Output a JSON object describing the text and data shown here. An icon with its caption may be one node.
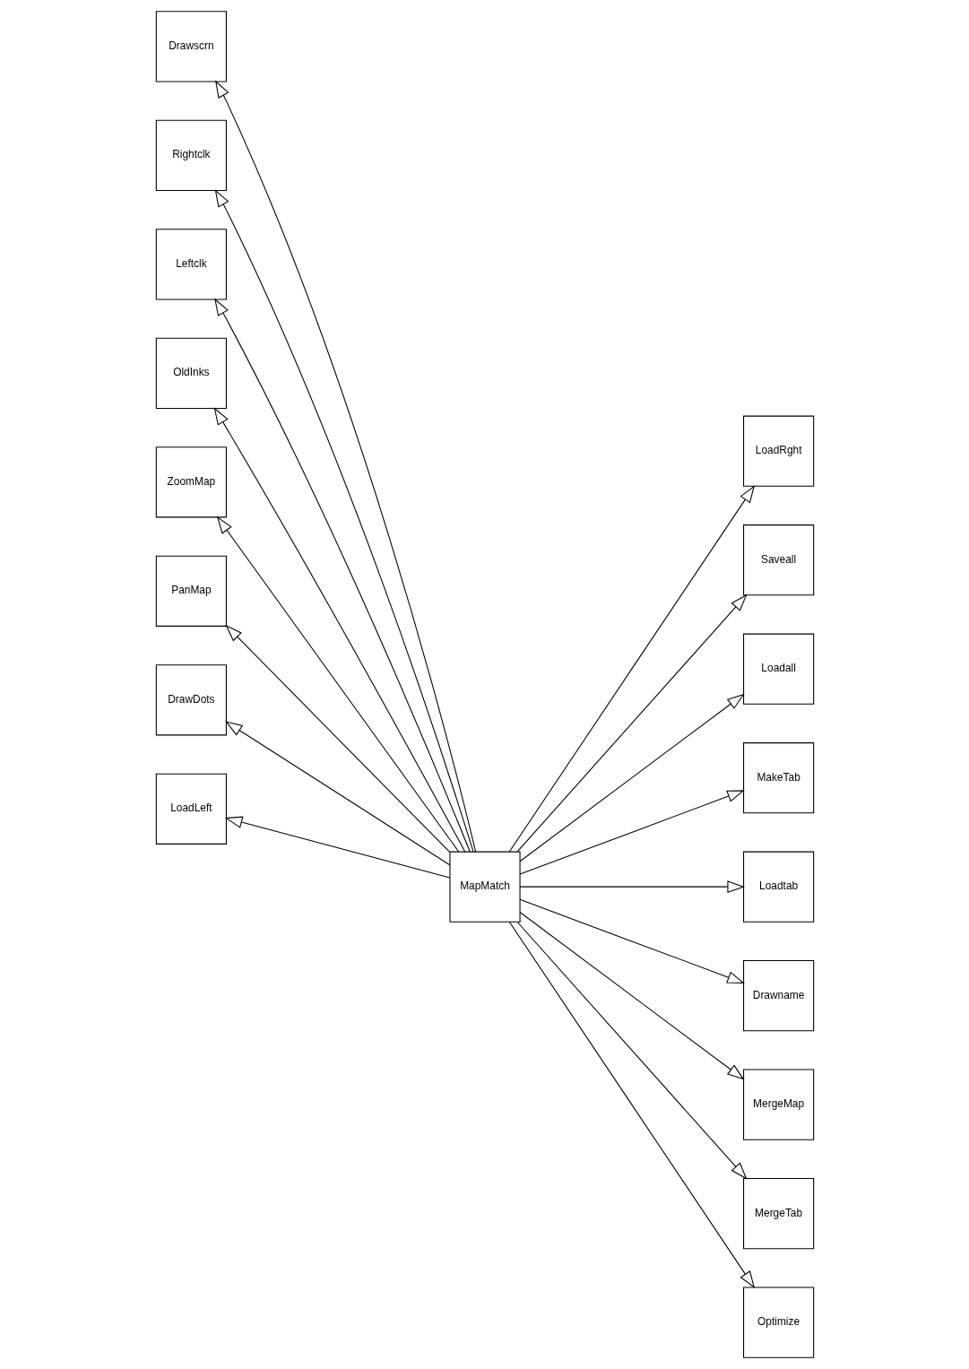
{
  "diagram": {
    "nodes": [
      {
        "text": [
          "MapMatch"
        ]
      },
      {
        "text": [
          "Drawscrn"
        ]
      },
      {
        "text": [
          "Rightclk"
        ]
      },
      {
        "text": [
          "Leftclk"
        ]
      },
      {
        "text": [
          "OldInks"
        ]
      },
      {
        "text": [
          "ZoomMap"
        ]
      },
      {
        "text": [
          "PanMap"
        ]
      },
      {
        "text": [
          "DrawDots"
        ]
      },
      {
        "text": [
          "LoadLeft"
        ]
      },
      {
        "text": [
          "LoadRght"
        ]
      },
      {
        "text": [
          "Saveall"
        ]
      },
      {
        "text": [
          "Loadall"
        ]
      },
      {
        "text": [
          "MakeTab"
        ]
      },
      {
        "text": [
          "Loadtab"
        ]
      },
      {
        "text": [
          "Drawname"
        ]
      },
      {
        "text": [
          "MergeMap"
        ]
      },
      {
        "text": [
          "MergeTab"
        ]
      },
      {
        "text": [
          "Optimize"
        ]
      }
    ],
    "edges": [
      {
        "from": 0,
        "to": 1,
        "arrow": "to"
      },
      {
        "from": 0,
        "to": 2,
        "arrow": "to"
      },
      {
        "from": 0,
        "to": 3,
        "arrow": "to"
      },
      {
        "from": 0,
        "to": 4,
        "arrow": "to"
      },
      {
        "from": 0,
        "to": 5,
        "arrow": "to"
      },
      {
        "from": 0,
        "to": 6,
        "arrow": "to"
      },
      {
        "from": 0,
        "to": 7,
        "arrow": "to"
      },
      {
        "from": 0,
        "to": 8,
        "arrow": "to"
      },
      {
        "from": 0,
        "to": 9,
        "arrow": "to"
      },
      {
        "from": 0,
        "to": 10,
        "arrow": "to"
      },
      {
        "from": 0,
        "to": 11,
        "arrow": "to"
      },
      {
        "from": 0,
        "to": 12,
        "arrow": "to"
      },
      {
        "from": 0,
        "to": 13,
        "arrow": "to"
      },
      {
        "from": 0,
        "to": 14,
        "arrow": "to"
      },
      {
        "from": 0,
        "to": 15,
        "arrow": "to"
      },
      {
        "from": 0,
        "to": 16,
        "arrow": "to"
      },
      {
        "from": 0,
        "to": 17,
        "arrow": "to"
      }
    ]
  }
}
